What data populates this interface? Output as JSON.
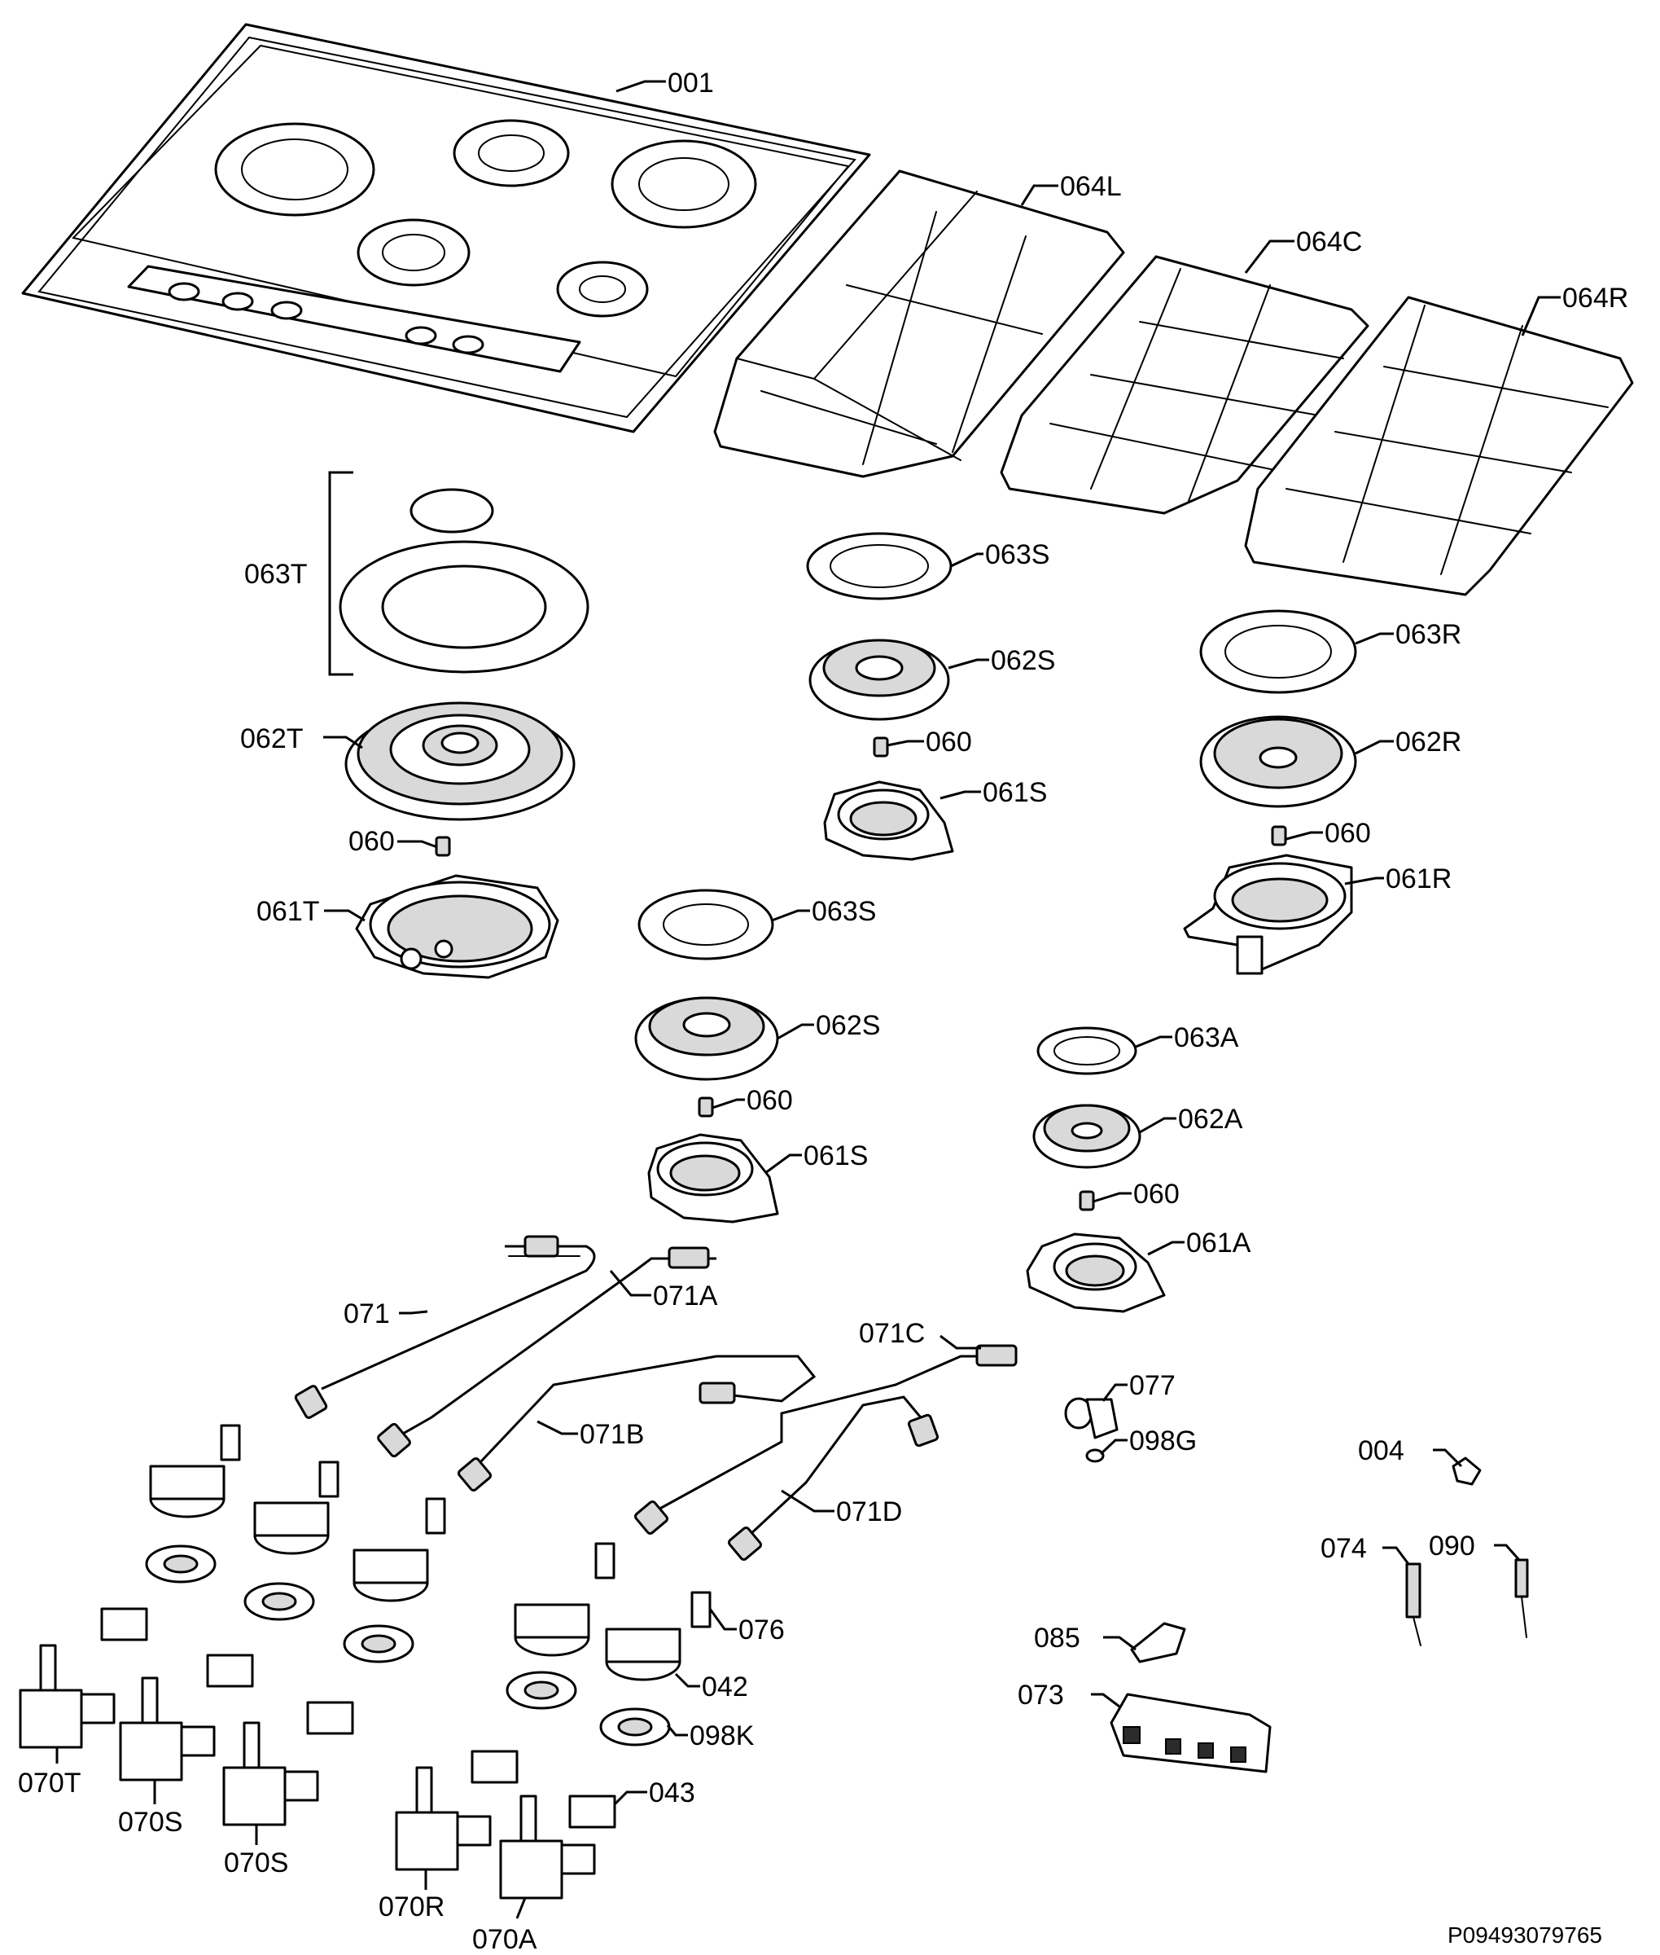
{
  "labels": {
    "p001": "001",
    "p064L": "064L",
    "p064C": "064C",
    "p064R": "064R",
    "p063T": "063T",
    "p062T": "062T",
    "p060_t": "060",
    "p061T": "061T",
    "p063S_top": "063S",
    "p062S_top": "062S",
    "p060_s1": "060",
    "p061S_top": "061S",
    "p063S_mid": "063S",
    "p062S_mid": "062S",
    "p060_s2": "060",
    "p061S_mid": "061S",
    "p063R": "063R",
    "p062R": "062R",
    "p060_r": "060",
    "p061R": "061R",
    "p063A": "063A",
    "p062A": "062A",
    "p060_a": "060",
    "p061A": "061A",
    "p071": "071",
    "p071A": "071A",
    "p071B": "071B",
    "p071C": "071C",
    "p071D": "071D",
    "p077": "077",
    "p098G": "098G",
    "p004": "004",
    "p074": "074",
    "p090": "090",
    "p076": "076",
    "p042": "042",
    "p098K": "098K",
    "p043": "043",
    "p085": "085",
    "p073": "073",
    "p070T": "070T",
    "p070S_1": "070S",
    "p070S_2": "070S",
    "p070R": "070R",
    "p070A": "070A"
  },
  "document_id": "P09493079765"
}
